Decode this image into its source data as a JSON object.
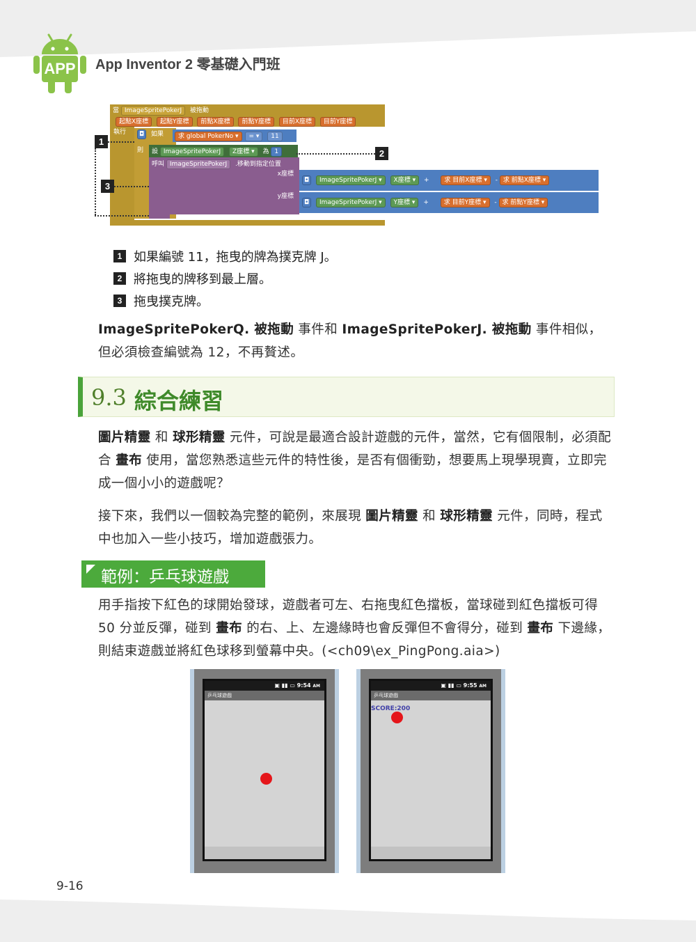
{
  "header": {
    "logo_text": "APP",
    "title": "App Inventor 2 零基礎入門班"
  },
  "diagram": {
    "event_label": "當",
    "event_component": "ImageSpritePokerJ",
    "event_name": "被拖動",
    "params": [
      "起點X座標",
      "起點Y座標",
      "前點X座標",
      "前點Y座標",
      "目前X座標",
      "目前Y座標"
    ],
    "do_label": "執行",
    "if_label": "如果",
    "get_label": "求",
    "global_var": "global PokerNo",
    "op_equal": "=",
    "compare_value": "11",
    "then_label": "則",
    "set_label": "設",
    "set_component": "ImageSpritePokerJ",
    "set_property": "Z座標",
    "to_label": "為",
    "set_value": "1",
    "call_label": "呼叫",
    "call_component": "ImageSpritePokerJ",
    "call_method": ".移動到指定位置",
    "x_label": "x座標",
    "y_label": "y座標",
    "x_prop_component": "ImageSpritePokerJ",
    "x_prop": "X座標",
    "y_prop_component": "ImageSpritePokerJ",
    "y_prop": "Y座標",
    "plus": "+",
    "minus": "-",
    "cur_x": "目前X座標",
    "prev_x": "前點X座標",
    "cur_y": "目前Y座標",
    "prev_y": "前點Y座標",
    "callouts": [
      "1",
      "2",
      "3"
    ]
  },
  "list": [
    {
      "num": "1",
      "text": "如果編號 11，拖曳的牌為撲克牌 J。"
    },
    {
      "num": "2",
      "text": "將拖曳的牌移到最上層。"
    },
    {
      "num": "3",
      "text": "拖曳撲克牌。"
    }
  ],
  "para1": {
    "b1": "ImageSpritePokerQ. 被拖動",
    "t1": " 事件和 ",
    "b2": "ImageSpritePokerJ. 被拖動",
    "t2": " 事件相似，但必須檢查編號為 12，不再贅述。"
  },
  "section": {
    "number": "9.3",
    "title": "綜合練習"
  },
  "para2": {
    "b1": "圖片精靈",
    "t1": " 和 ",
    "b2": "球形精靈",
    "t2": " 元件，可說是最適合設計遊戲的元件，當然，它有個限制，必須配合 ",
    "b3": "畫布",
    "t3": " 使用，當您熟悉這些元件的特性後，是否有個衝勁，想要馬上現學現賣，立即完成一個小小的遊戲呢？"
  },
  "para3": {
    "t0": "接下來，我們以一個較為完整的範例，來展現 ",
    "b1": "圖片精靈",
    "t1": " 和 ",
    "b2": "球形精靈",
    "t2": " 元件，同時，程式中也加入一些小技巧，增加遊戲張力。"
  },
  "example": {
    "title": "範例：乒乓球遊戲"
  },
  "para4": {
    "t0": "用手指按下紅色的球開始發球，遊戲者可左、右拖曳紅色擋板，當球碰到紅色擋板可得 50 分並反彈，碰到 ",
    "b1": "畫布",
    "t1": " 的右、上、左邊緣時也會反彈但不會得分，碰到 ",
    "b2": "畫布",
    "t2": " 下邊緣，則結束遊戲並將紅色球移到螢幕中央。(<ch09\\ex_PingPong.aia>)"
  },
  "phones": [
    {
      "time": "9:54",
      "ampm": "AM",
      "app_title": "乒乓球遊戲",
      "score": ""
    },
    {
      "time": "9:55",
      "ampm": "AM",
      "app_title": "乒乓球遊戲",
      "score": "SCORE:200"
    }
  ],
  "page_number": "9-16",
  "colors": {
    "accent_green": "#4caa3c",
    "ball_red": "#e5161b",
    "paddle_red": "#8b1a1a"
  }
}
